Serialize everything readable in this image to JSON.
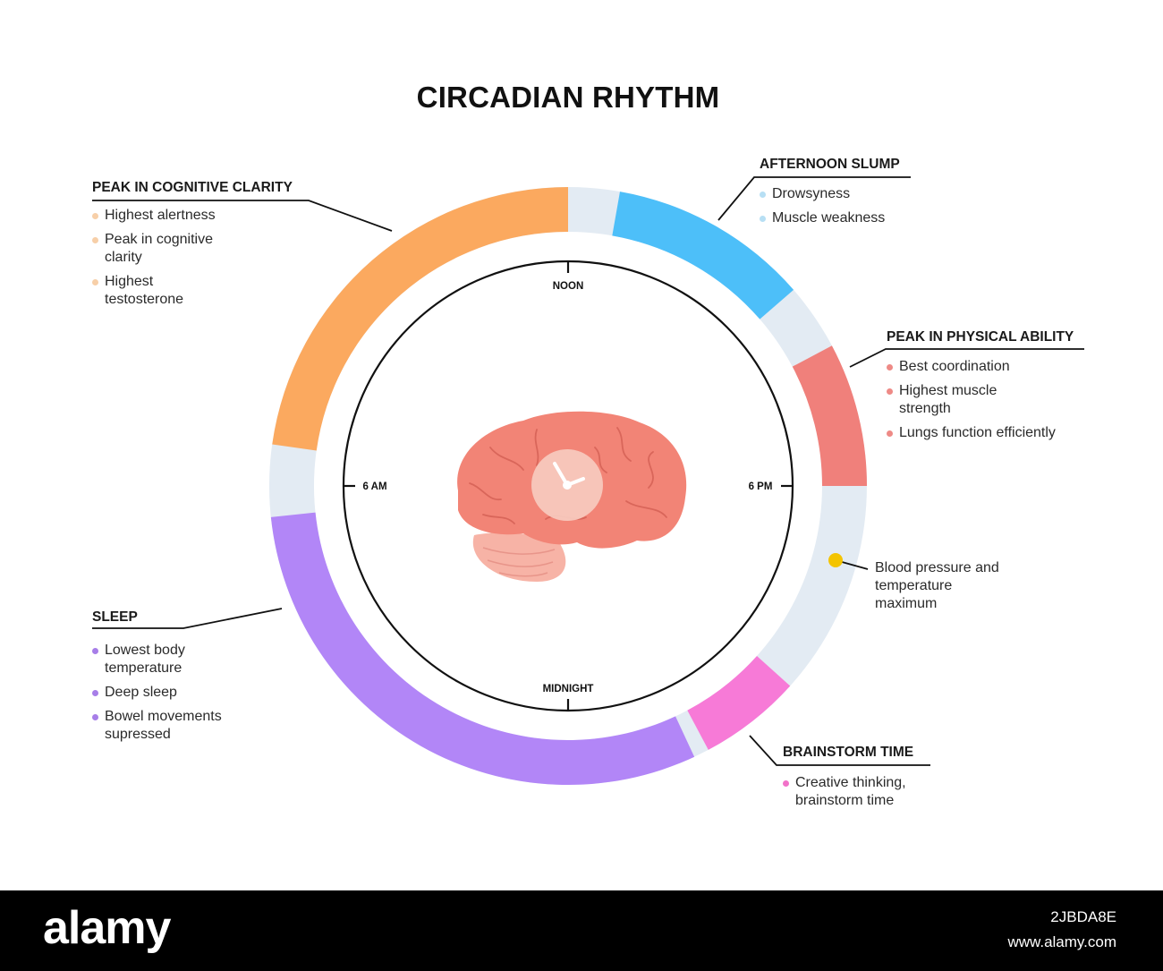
{
  "title": "CIRCADIAN RHYTHM",
  "colors": {
    "cognitive": "#FBA95F",
    "afternoon": "#4DBFF9",
    "physical": "#F0807B",
    "sleep": "#B286F7",
    "brainstorm": "#F77AD7",
    "gap": "#E3EBF3",
    "marker": "#F4C400",
    "cognitive_dot": "#F7CFA8",
    "afternoon_dot": "#B7DFF4",
    "physical_dot": "#EE8A86",
    "sleep_dot": "#A77EE8",
    "brainstorm_dot": "#F272C9"
  },
  "clock": {
    "noon": "NOON",
    "six_pm": "6 PM",
    "midnight": "MIDNIGHT",
    "six_am": "6 AM"
  },
  "cognitive": {
    "heading": "PEAK IN COGNITIVE CLARITY",
    "items": [
      "Highest alertness",
      "Peak in cognitive clarity",
      "Highest testosterone"
    ]
  },
  "afternoon": {
    "heading": "AFTERNOON SLUMP",
    "items": [
      "Drowsyness",
      "Muscle weakness"
    ]
  },
  "physical": {
    "heading": "PEAK IN PHYSICAL ABILITY",
    "items": [
      "Best coordination",
      "Highest muscle strength",
      "Lungs function efficiently"
    ]
  },
  "blood_pressure": {
    "text": "Blood pressure and temperature maximum"
  },
  "sleep": {
    "heading": "SLEEP",
    "items": [
      "Lowest body temperature",
      "Deep sleep",
      "Bowel movements supressed"
    ]
  },
  "brainstorm": {
    "heading": "BRAINSTORM TIME",
    "items": [
      "Creative thinking, brainstorm time"
    ]
  },
  "watermark": {
    "logo": "alamy",
    "image_id": "2JBDA8E",
    "url": "www.alamy.com"
  }
}
